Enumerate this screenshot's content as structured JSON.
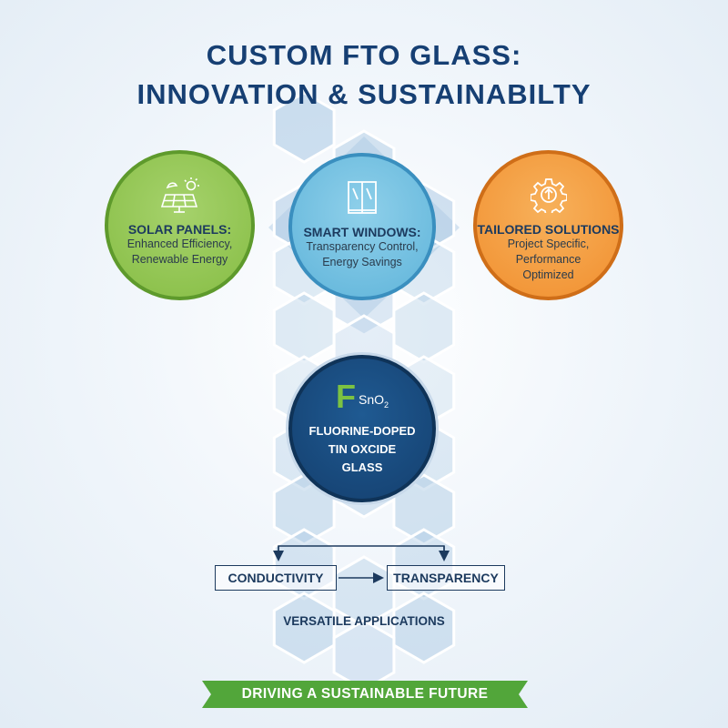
{
  "title": {
    "line1": "CUSTOM FTO GLASS:",
    "line2": "INNOVATION & SUSTAINABILTY"
  },
  "applications": {
    "solar": {
      "name": "SOLAR PANELS:",
      "line1": "Enhanced Efficiency,",
      "line2": "Renewable Energy",
      "icon": "solar-panel-icon",
      "color": "#86bd44"
    },
    "smart": {
      "name": "SMART WINDOWS:",
      "line1": "Transparency Control,",
      "line2": "Energy Savings",
      "icon": "window-icon",
      "color": "#5fb4da"
    },
    "tailored": {
      "name": "TAILORED SOLUTIONS",
      "line1": "Project Specific,",
      "line2": "Performance",
      "line3": "Optimized",
      "icon": "gear-icon",
      "color": "#f18f2f"
    }
  },
  "core": {
    "symbol": "F",
    "formula": "SnO",
    "formula_sub": "2",
    "line1": "FLUORINE-DOPED",
    "line2": "TIN OXCIDE",
    "line3": "GLASS",
    "color": "#143f6e"
  },
  "properties": {
    "conductivity": "CONDUCTIVITY",
    "transparency": "TRANSPARENCY"
  },
  "versatile": "VERSATILE APPLICATIONS",
  "banner": {
    "text": "DRIVING A SUSTAINABLE FUTURE",
    "color": "#52a63a"
  }
}
